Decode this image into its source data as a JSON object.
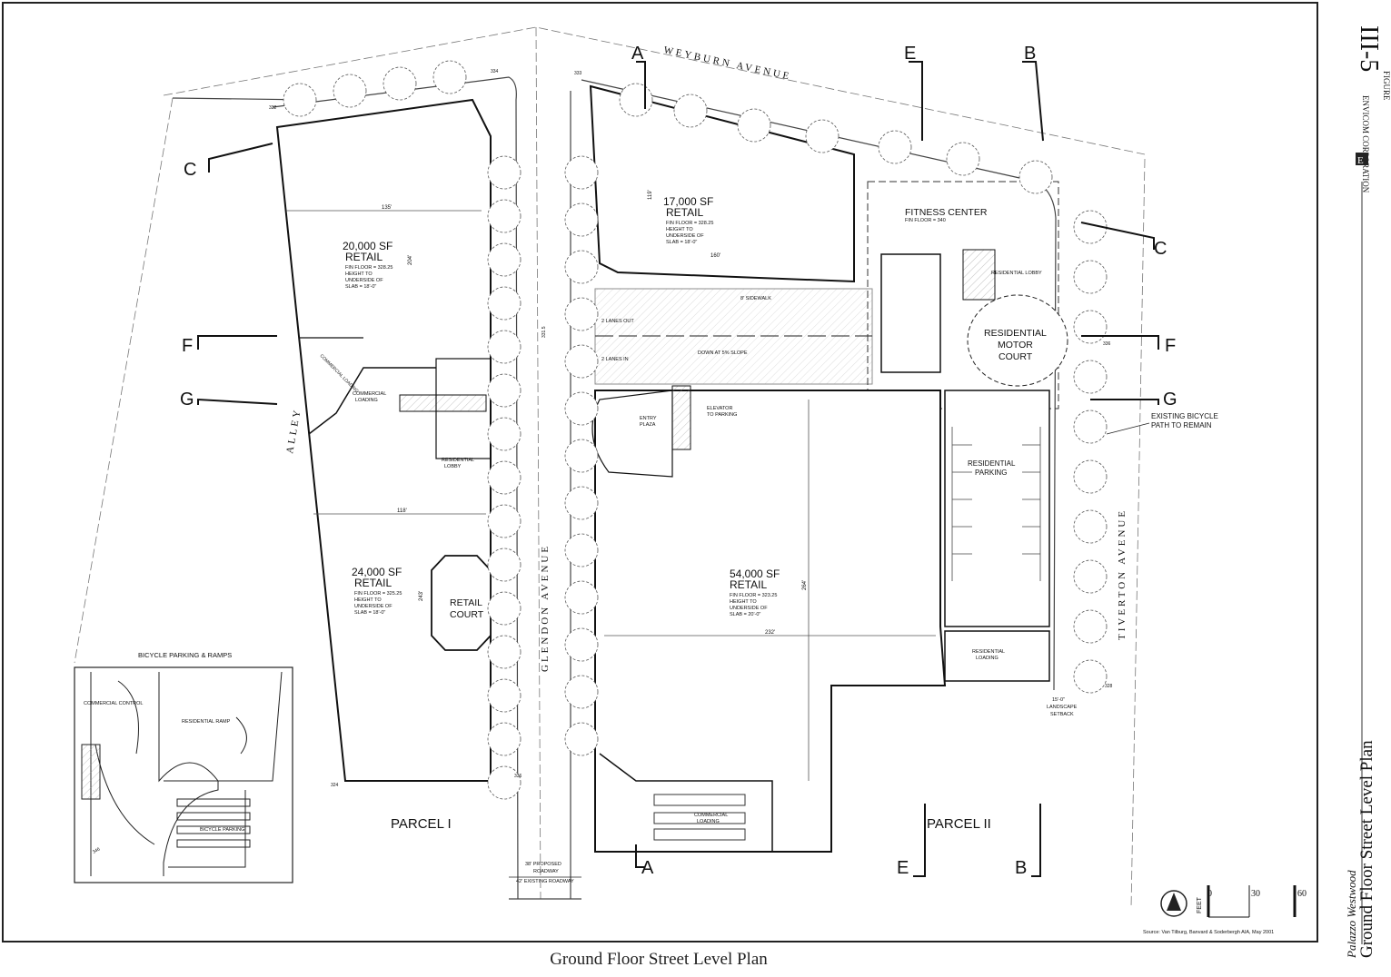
{
  "figure": {
    "label": "FIGURE",
    "number": "III-5",
    "company": "ENVICOM CORPORATION"
  },
  "side_title": "Ground Floor Street Level Plan",
  "project": "Palazzo Westwood",
  "caption": "Ground Floor Street Level Plan",
  "streets": {
    "weyburn": "WEYBURN AVENUE",
    "glendon": "GLENDON AVENUE",
    "tiverton": "TIVERTON AVENUE",
    "alley": "ALLEY"
  },
  "sections": {
    "a_top": "A",
    "a_bottom": "A",
    "b_top": "B",
    "b_bottom": "B",
    "c_left": "C",
    "c_right": "C",
    "e_top": "E",
    "e_bottom": "E",
    "f_left": "F",
    "f_right": "F",
    "g_left": "G",
    "g_right": "G"
  },
  "retail_20000": {
    "title": "20,000 SF",
    "sub": "RETAIL",
    "l1": "FIN FLOOR = 328.25",
    "l2": "HEIGHT TO",
    "l3": "UNDERSIDE OF",
    "l4": "SLAB = 18'-0\"",
    "dim_w": "135'",
    "dim_h": "204'"
  },
  "retail_24000": {
    "title": "24,000 SF",
    "sub": "RETAIL",
    "l1": "FIN FLOOR = 325.25",
    "l2": "HEIGHT TO",
    "l3": "UNDERSIDE OF",
    "l4": "SLAB = 18'-0\"",
    "dim_w": "118'",
    "dim_h": "243'"
  },
  "retail_17000": {
    "title": "17,000 SF",
    "sub": "RETAIL",
    "l1": "FIN FLOOR = 328.25",
    "l2": "HEIGHT TO",
    "l3": "UNDERSIDE OF",
    "l4": "SLAB = 18'-0\"",
    "dim_w": "160'",
    "dim_h": "119'"
  },
  "retail_54000": {
    "title": "54,000 SF",
    "sub": "RETAIL",
    "l1": "FIN FLOOR = 323.25",
    "l2": "HEIGHT TO",
    "l3": "UNDERSIDE OF",
    "l4": "SLAB = 20'-0\"",
    "dim_w": "232'",
    "dim_h": "264'"
  },
  "fitness": {
    "title": "FITNESS CENTER",
    "sub": "FIN FLOOR = 340"
  },
  "motor_court": {
    "l1": "RESIDENTIAL",
    "l2": "MOTOR",
    "l3": "COURT"
  },
  "residential_parking": {
    "l1": "RESIDENTIAL",
    "l2": "PARKING"
  },
  "residential_loading": {
    "l1": "RESIDENTIAL",
    "l2": "LOADING"
  },
  "retail_court": {
    "l1": "RETAIL",
    "l2": "COURT"
  },
  "entry_plaza": {
    "l1": "ENTRY",
    "l2": "PLAZA"
  },
  "elevator": {
    "l1": "ELEVATOR",
    "l2": "TO PARKING"
  },
  "commercial_loading": {
    "l1": "COMMERCIAL",
    "l2": "LOADING"
  },
  "commercial_loading_alley": {
    "l1": "COMMERCIAL",
    "l2": "LOADING"
  },
  "commercial_loading_diag": "COMMERCIAL LOADING",
  "residential_lobby_w": {
    "l1": "RESIDENTIAL",
    "l2": "LOBBY"
  },
  "residential_lobby_e": "RESIDENTIAL LOBBY",
  "sidewalk": "8' SIDEWALK",
  "lanes_out": "2 LANES OUT",
  "lanes_in": "2 LANES IN",
  "slope": "DOWN AT 5% SLOPE",
  "bike_path": {
    "l1": "EXISTING BICYCLE",
    "l2": "PATH TO REMAIN"
  },
  "landscape": {
    "l1": "15'-0\"",
    "l2": "LANDSCAPE",
    "l3": "SETBACK"
  },
  "roadway": {
    "proposed_l1": "38' PROPOSED",
    "proposed_l2": "ROADWAY",
    "existing": "42' EXISTING ROADWAY"
  },
  "parcel_1": "PARCEL I",
  "parcel_2": "PARCEL II",
  "inset": {
    "title": "BICYCLE PARKING & RAMPS",
    "commercial_control": "COMMERCIAL CONTROL",
    "residential_ramp": "RESIDENTIAL RAMP",
    "bicycle_parking": "BICYCLE PARKING",
    "ramp_level": "346"
  },
  "elevations": {
    "e1": "332",
    "e2": "334",
    "e3": "333",
    "e4": "324",
    "e5": "336",
    "e6": "336",
    "e7": "331.5",
    "e8": "328"
  },
  "scale": {
    "unit": "FEET",
    "s0": "0",
    "s30": "30",
    "s60": "60"
  },
  "source": "Source: Van Tilburg, Banvard & Soderbergh AIA, May 2001"
}
